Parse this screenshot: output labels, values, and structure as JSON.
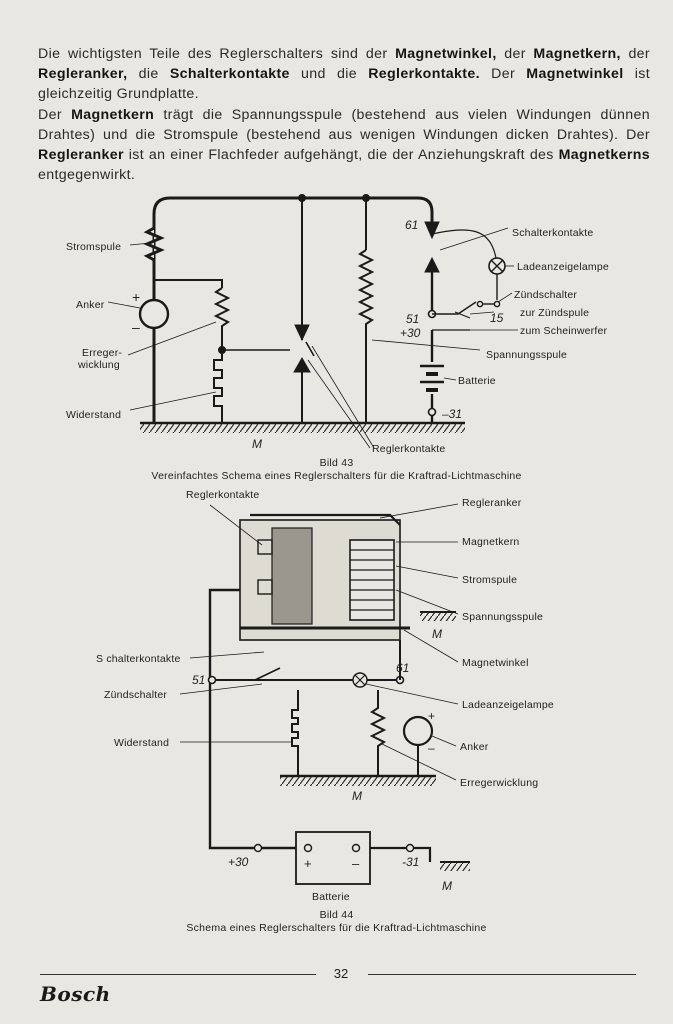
{
  "intro": {
    "p1": [
      {
        "t": "Die wichtigsten Teile des Reglerschalters sind der ",
        "b": false
      },
      {
        "t": "Magnetwinkel,",
        "b": true
      },
      {
        "t": " der ",
        "b": false
      },
      {
        "t": "Magnetkern,",
        "b": true
      },
      {
        "t": " der ",
        "b": false
      },
      {
        "t": "Regleranker,",
        "b": true
      },
      {
        "t": " die ",
        "b": false
      },
      {
        "t": "Schalterkontakte",
        "b": true
      },
      {
        "t": " und die ",
        "b": false
      },
      {
        "t": "Reglerkontakte.",
        "b": true
      },
      {
        "t": " Der ",
        "b": false
      },
      {
        "t": "Magnetwinkel",
        "b": true
      },
      {
        "t": " ist gleichzeitig Grundplatte.",
        "b": false
      }
    ],
    "p2": [
      {
        "t": "Der ",
        "b": false
      },
      {
        "t": "Magnetkern",
        "b": true
      },
      {
        "t": " trägt die Spannungsspule (bestehend aus vielen Windungen dünnen Drahtes) und die Stromspule (bestehend aus wenigen Windungen dicken Drahtes). Der ",
        "b": false
      },
      {
        "t": "Regleranker",
        "b": true
      },
      {
        "t": " ist an einer Flachfeder aufgehängt, die der Anziehungskraft des ",
        "b": false
      },
      {
        "t": "Magnetkerns",
        "b": true
      },
      {
        "t": " entgegenwirkt.",
        "b": false
      }
    ]
  },
  "fig43": {
    "labels": {
      "stromspule": "Stromspule",
      "anker": "Anker",
      "erreger1": "Erreger-",
      "erreger2": "wicklung",
      "widerstand": "Widerstand",
      "schalterkontakte": "Schalterkontakte",
      "ladeanzeigelampe": "Ladeanzeigelampe",
      "zuendschalter": "Zündschalter",
      "zur_zuendspule": "zur Zündspule",
      "zum_scheinwerfer": "zum Scheinwerfer",
      "spannungsspule": "Spannungsspule",
      "batterie": "Batterie",
      "reglerkontakte": "Reglerkontakte",
      "masse": "M"
    },
    "terminals": {
      "t61": "61",
      "t51": "51",
      "t30": "+30",
      "t31": "–31",
      "t15": "15",
      "plus": "+",
      "minus": "–"
    },
    "caption_number": "Bild 43",
    "caption_text": "Vereinfachtes Schema eines Reglerschalters für die Kraftrad-Lichtmaschine"
  },
  "fig44": {
    "labels": {
      "reglerkontakte": "Reglerkontakte",
      "regleranker": "Regleranker",
      "magnetkern": "Magnetkern",
      "stromspule": "Stromspule",
      "spannungsspule": "Spannungsspule",
      "schalterkontakte": "S chalterkontakte",
      "magnetwinkel": "Magnetwinkel",
      "zuendschalter": "Zündschalter",
      "ladeanzeigelampe": "Ladeanzeigelampe",
      "widerstand": "Widerstand",
      "anker": "Anker",
      "erregerwicklung": "Erregerwicklung",
      "batterie": "Batterie",
      "masse": "M"
    },
    "terminals": {
      "t51": "51",
      "t61": "61",
      "t30": "+30",
      "t31": "-31",
      "plus": "+",
      "minus": "–"
    },
    "caption_number": "Bild 44",
    "caption_text": "Schema eines Reglerschalters für die Kraftrad-Lichtmaschine"
  },
  "footer": {
    "page_number": "32",
    "logo": "Bosch"
  }
}
